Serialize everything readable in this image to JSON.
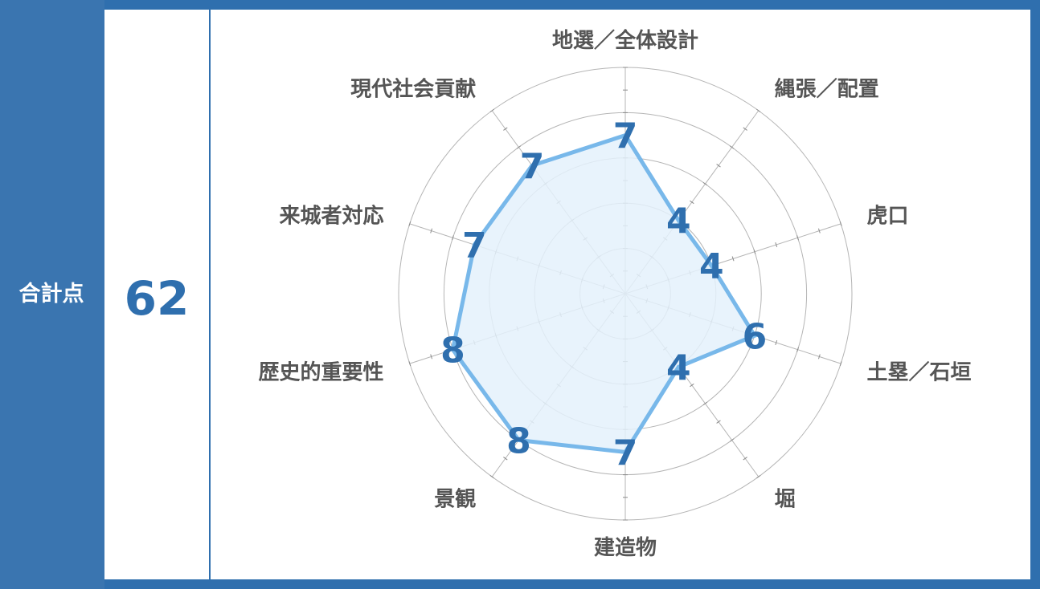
{
  "summary": {
    "total_label": "合計点",
    "total_value": "62"
  },
  "colors": {
    "accent": "#2f6fae",
    "series_line": "#78b8ea",
    "series_fill": "#e4f1fb",
    "grid": "#b5b5b5",
    "axis_label": "#555555"
  },
  "chart_data": {
    "type": "radar",
    "categories": [
      "地選／全体設計",
      "縄張／配置",
      "虎口",
      "土塁／石垣",
      "堀",
      "建造物",
      "景観",
      "歴史的重要性",
      "来城者対応",
      "現代社会貢献"
    ],
    "values": [
      7,
      4,
      4,
      6,
      4,
      7,
      8,
      8,
      7,
      7
    ],
    "r_range": [
      0,
      10
    ],
    "grid": true
  }
}
